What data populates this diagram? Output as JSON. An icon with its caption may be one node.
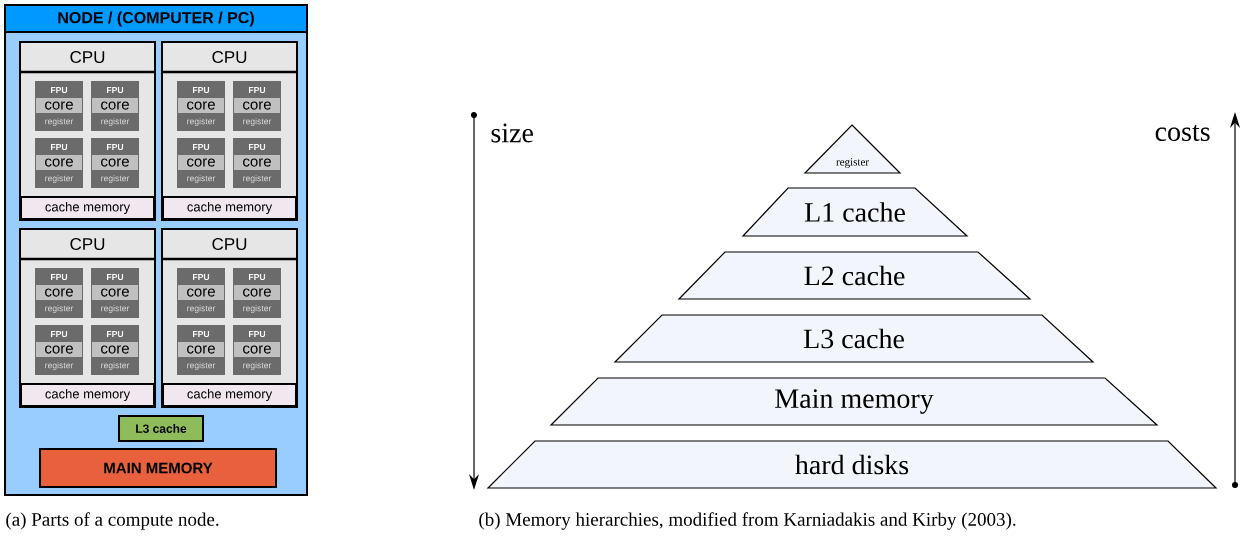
{
  "diagram": {
    "nodes": [
      {
        "text": [
          "NODE / (COMPUTER / PC)"
        ]
      },
      {
        "text": [
          "CPU"
        ],
        "in": 0
      },
      {
        "text": [
          "FPU",
          "core",
          "register"
        ],
        "in": 1
      },
      {
        "text": [
          "FPU",
          "core",
          "register"
        ],
        "in": 1
      },
      {
        "text": [
          "FPU",
          "core",
          "register"
        ],
        "in": 1
      },
      {
        "text": [
          "FPU",
          "core",
          "register"
        ],
        "in": 1
      },
      {
        "text": [
          "cache memory"
        ],
        "in": 1
      },
      {
        "text": [
          "CPU"
        ],
        "in": 0
      },
      {
        "text": [
          "FPU",
          "core",
          "register"
        ],
        "in": 7
      },
      {
        "text": [
          "FPU",
          "core",
          "register"
        ],
        "in": 7
      },
      {
        "text": [
          "FPU",
          "core",
          "register"
        ],
        "in": 7
      },
      {
        "text": [
          "FPU",
          "core",
          "register"
        ],
        "in": 7
      },
      {
        "text": [
          "cache memory"
        ],
        "in": 7
      },
      {
        "text": [
          "CPU"
        ],
        "in": 0
      },
      {
        "text": [
          "FPU",
          "core",
          "register"
        ],
        "in": 13
      },
      {
        "text": [
          "FPU",
          "core",
          "register"
        ],
        "in": 13
      },
      {
        "text": [
          "FPU",
          "core",
          "register"
        ],
        "in": 13
      },
      {
        "text": [
          "FPU",
          "core",
          "register"
        ],
        "in": 13
      },
      {
        "text": [
          "cache memory"
        ],
        "in": 13
      },
      {
        "text": [
          "CPU"
        ],
        "in": 0
      },
      {
        "text": [
          "FPU",
          "core",
          "register"
        ],
        "in": 19
      },
      {
        "text": [
          "FPU",
          "core",
          "register"
        ],
        "in": 19
      },
      {
        "text": [
          "FPU",
          "core",
          "register"
        ],
        "in": 19
      },
      {
        "text": [
          "FPU",
          "core",
          "register"
        ],
        "in": 19
      },
      {
        "text": [
          "cache memory"
        ],
        "in": 19
      },
      {
        "text": [
          "L3 cache"
        ],
        "in": 0
      },
      {
        "text": [
          "MAIN MEMORY"
        ],
        "in": 0
      },
      {
        "text": [
          "register"
        ]
      },
      {
        "text": [
          "L1 cache"
        ]
      },
      {
        "text": [
          "L2 cache"
        ]
      },
      {
        "text": [
          "L3 cache"
        ]
      },
      {
        "text": [
          "Main memory"
        ]
      },
      {
        "text": [
          "hard disks"
        ]
      }
    ],
    "labels": [
      "size",
      "costs",
      "(a) Parts of a compute node.",
      "(b) Memory hierarchies, modified from Karniadakis and Kirby (2003)."
    ]
  }
}
